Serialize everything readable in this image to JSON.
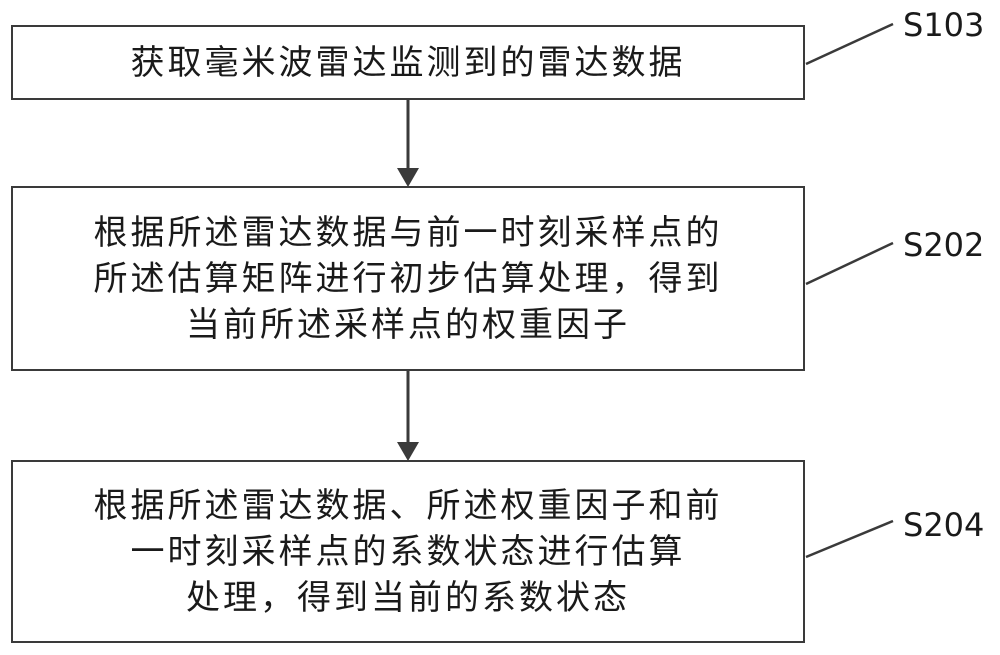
{
  "steps": [
    {
      "id": "S103",
      "text_lines": [
        "获取毫米波雷达监测到的雷达数据"
      ]
    },
    {
      "id": "S202",
      "text_lines": [
        "根据所述雷达数据与前一时刻采样点的",
        "所述估算矩阵进行初步估算处理，得到",
        "当前所述采样点的权重因子"
      ]
    },
    {
      "id": "S204",
      "text_lines": [
        "根据所述雷达数据、所述权重因子和前",
        "一时刻采样点的系数状态进行估算",
        "处理，得到当前的系数状态"
      ]
    }
  ],
  "colors": {
    "stroke": "#3a3a3a",
    "text": "#1a1a1a"
  }
}
